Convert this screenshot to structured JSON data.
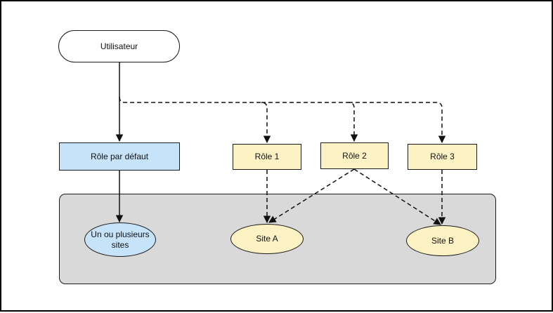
{
  "diagram": {
    "nodes": {
      "user": "Utilisateur",
      "default_role": "Rôle par défaut",
      "role1": "Rôle 1",
      "role2": "Rôle 2",
      "role3": "Rôle 3",
      "sites_multi": "Un ou plusieurs sites",
      "site_a": "Site A",
      "site_b": "Site B"
    },
    "colors": {
      "blue_fill": "#c7e3fa",
      "yellow_fill": "#fdf2c4",
      "group_fill": "#d9d9d9",
      "stroke": "#1a1a1a"
    },
    "edges": [
      {
        "from": "user",
        "to": "default_role",
        "style": "solid"
      },
      {
        "from": "user",
        "to": "role1",
        "style": "dashed"
      },
      {
        "from": "user",
        "to": "role2",
        "style": "dashed"
      },
      {
        "from": "user",
        "to": "role3",
        "style": "dashed"
      },
      {
        "from": "default_role",
        "to": "sites_multi",
        "style": "solid"
      },
      {
        "from": "role1",
        "to": "site_a",
        "style": "dashed"
      },
      {
        "from": "role2",
        "to": "site_a",
        "style": "dashed"
      },
      {
        "from": "role2",
        "to": "site_b",
        "style": "dashed"
      },
      {
        "from": "role3",
        "to": "site_b",
        "style": "dashed"
      }
    ]
  }
}
